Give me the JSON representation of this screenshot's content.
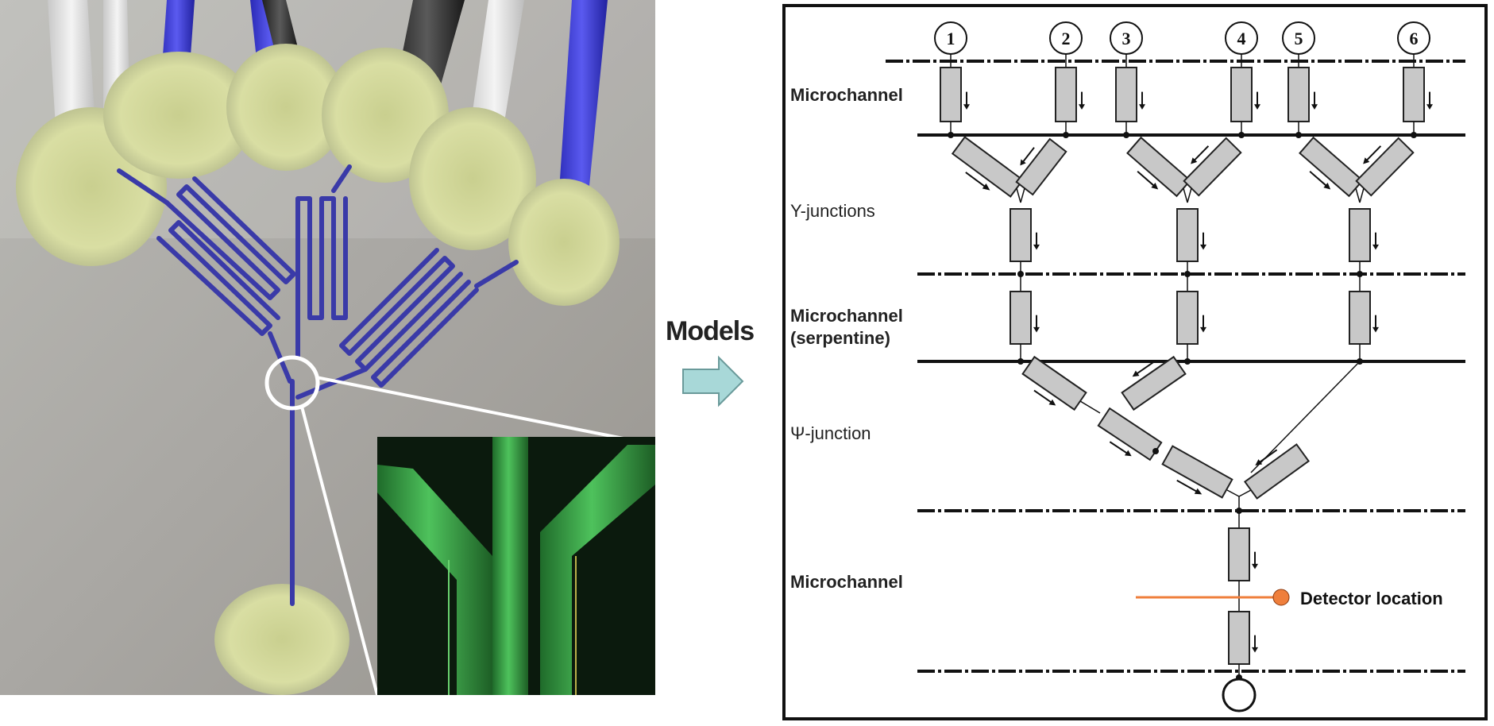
{
  "arrow_label": "Models",
  "diagram": {
    "inlet_labels": [
      "1",
      "2",
      "3",
      "4",
      "5",
      "6"
    ],
    "sections": {
      "microchannel_top": "Microchannel",
      "y_junctions": "Y-junctions",
      "serpentine_line1": "Microchannel",
      "serpentine_line2": "(serpentine)",
      "psi_junction": "Ψ-junction",
      "microchannel_bottom": "Microchannel"
    },
    "detector_label": "Detector location",
    "colors": {
      "component_fill": "#c8c8c8",
      "detector_line": "#ef7f3c",
      "arrow_fill": "#a8d8d8",
      "channel_blue": "#3a3aa8",
      "inset_green": "#3db34a"
    }
  }
}
